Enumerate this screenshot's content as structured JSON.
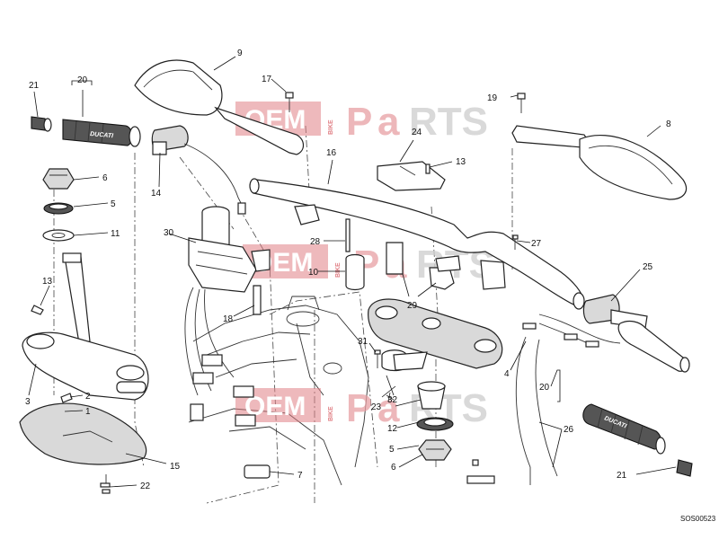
{
  "diagram_code": "SOS00523",
  "watermark": {
    "oem": "OEM",
    "bike": "BIKE",
    "parts_p": "P",
    "parts_a": "a",
    "parts_rest": "RTS"
  },
  "grip_brand": "DUCATI",
  "callouts": {
    "c1": "1",
    "c2": "2",
    "c3": "3",
    "c4": "4",
    "c5a": "5",
    "c5b": "5",
    "c6a": "6",
    "c6b": "6",
    "c7": "7",
    "c8": "8",
    "c9": "9",
    "c10": "10",
    "c11": "11",
    "c12": "12",
    "c13a": "13",
    "c13b": "13",
    "c14": "14",
    "c15": "15",
    "c16": "16",
    "c17": "17",
    "c18": "18",
    "c19": "19",
    "c20a": "20",
    "c20b": "20",
    "c21a": "21",
    "c21b": "21",
    "c22": "22",
    "c23": "23",
    "c24": "24",
    "c25": "25",
    "c26": "26",
    "c27": "27",
    "c28": "28",
    "c29": "29",
    "c30": "30",
    "c31": "31",
    "c32": "32"
  }
}
